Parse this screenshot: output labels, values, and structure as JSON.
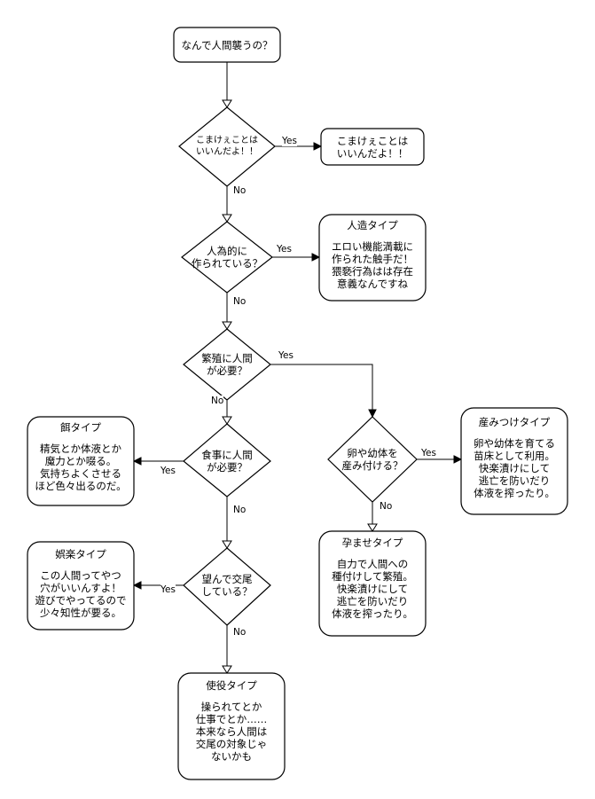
{
  "nodes": {
    "start": "なんで人間襲うの？",
    "q_komakee": "こまけぇことは\nいいんだよ！！",
    "ans_komakee": "こまけぇことは\nいいんだよ！！",
    "q_artificial": "人為的に\n作られている？",
    "t_artificial": {
      "title": "人造タイプ",
      "body": "エロい機能満載に\n作られた触手だ！\n猥褻行為はは存在\n意義なんですね"
    },
    "q_breed": "繁殖に人間\nが必要？",
    "q_food": "食事に人間\nが必要？",
    "t_food": {
      "title": "餌タイプ",
      "body": "精気とか体液とか\n魔力とか啜る。\n気持ちよくさせる\nほど色々出るのだ。"
    },
    "q_egg": "卵や幼体を\n産み付ける？",
    "t_egg": {
      "title": "産みつけタイプ",
      "body": "卵や幼体を育てる\n苗床として利用。\n快楽漬けにして\n逃亡を防いだり\n体液を搾ったり。"
    },
    "t_impreg": {
      "title": "孕ませタイプ",
      "body": "自力で人間への\n種付けして繁殖。\n快楽漬けにして\n逃亡を防いだり\n体液を搾ったり。"
    },
    "q_desire": "望んで交尾\nしている？",
    "t_fun": {
      "title": "娯楽タイプ",
      "body": "この人間ってやつ\n穴がいいんすよ！\n遊びでやってるので\n少々知性が要る。"
    },
    "t_servant": {
      "title": "使役タイプ",
      "body": "操られてとか\n仕事でとか……\n本来なら人間は\n交尾の対象じゃ\nないかも"
    }
  },
  "edges": {
    "yes": "Yes",
    "no": "No"
  }
}
